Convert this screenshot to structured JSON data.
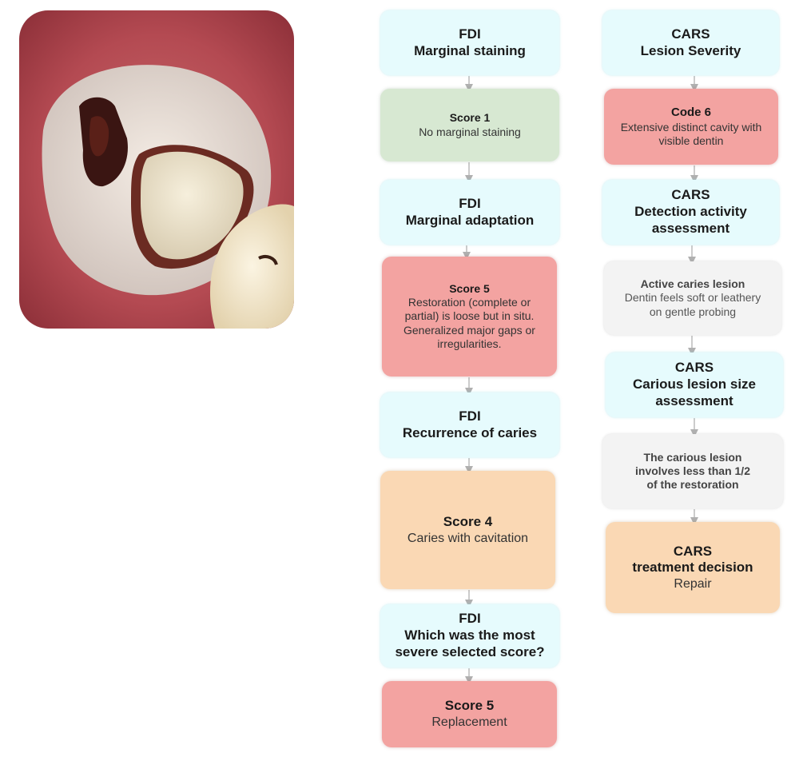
{
  "fdi_column": {
    "marginal_staining": {
      "line1": "FDI",
      "line2": "Marginal staining"
    },
    "score1": {
      "title": "Score 1",
      "body": "No marginal staining"
    },
    "marginal_adaptation": {
      "line1": "FDI",
      "line2": "Marginal adaptation"
    },
    "score5": {
      "title": "Score 5",
      "body_lines": [
        "Restoration (complete or",
        "partial) is loose but in situ.",
        "Generalized major gaps or",
        "irregularities."
      ]
    },
    "recurrence": {
      "line1": "FDI",
      "line2": "Recurrence of caries"
    },
    "score4": {
      "title": "Score 4",
      "body": "Caries with cavitation"
    },
    "most_severe": {
      "line1": "FDI",
      "line2": "Which was the most",
      "line3": "severe selected score?"
    },
    "final_score": {
      "title": "Score 5",
      "body": "Replacement"
    }
  },
  "cars_column": {
    "lesion_severity": {
      "line1": "CARS",
      "line2": "Lesion Severity"
    },
    "code6": {
      "title": "Code 6",
      "body_lines": [
        "Extensive distinct cavity with",
        "visible dentin"
      ]
    },
    "detection": {
      "line1": "CARS",
      "line2": "Detection activity",
      "line3": "assessment"
    },
    "active_lesion": {
      "title": "Active caries lesion",
      "body_lines": [
        "Dentin feels soft or leathery",
        "on gentle probing"
      ]
    },
    "size_assessment": {
      "line1": "CARS",
      "line2": "Carious lesion size",
      "line3": "assessment"
    },
    "size_result": {
      "lines": [
        "The carious lesion",
        "involves less than 1/2",
        "of the restoration"
      ]
    },
    "decision": {
      "line1": "CARS",
      "line2": "treatment decision",
      "line3": "Repair"
    }
  },
  "colors": {
    "cyan": "#e6fbfd",
    "green": "#d7e8d2",
    "red": "#f3a3a1",
    "orange": "#fad8b4",
    "grey": "#f3f3f3",
    "arrow": "#b0b0b0"
  }
}
